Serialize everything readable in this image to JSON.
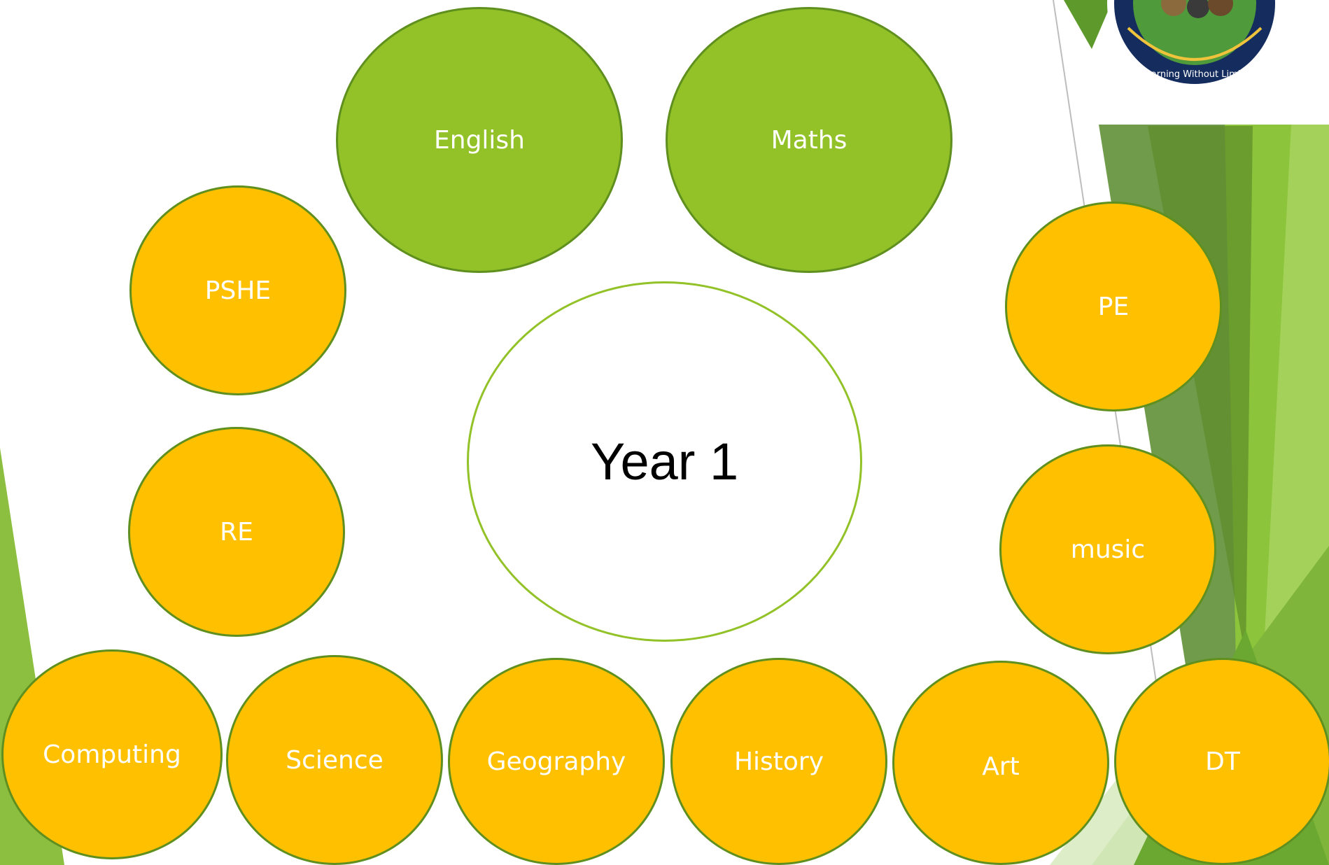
{
  "center": {
    "label": "Year 1"
  },
  "subjects": {
    "english": "English",
    "maths": "Maths",
    "pshe": "PSHE",
    "re": "RE",
    "pe": "PE",
    "music": "music",
    "computing": "Computing",
    "science": "Science",
    "geography": "Geography",
    "history": "History",
    "art": "Art",
    "dt": "DT"
  },
  "logo": {
    "motto": "Learning Without Limits"
  },
  "colors": {
    "core_subject_fill": "#92c227",
    "foundation_subject_fill": "#ffc000",
    "bubble_outline": "#5f8f1e",
    "center_outline": "#92c227",
    "background_green_light": "#9bc94a",
    "background_green_dark": "#5a8f28"
  }
}
